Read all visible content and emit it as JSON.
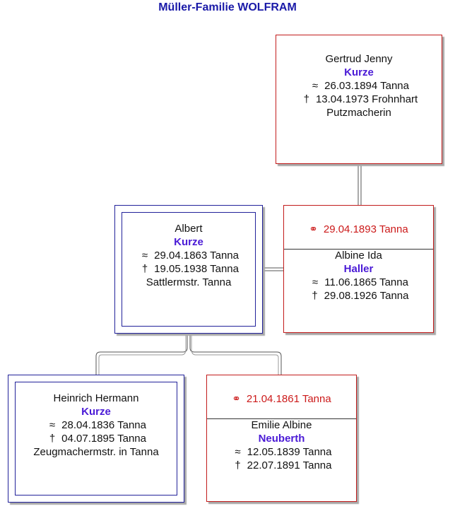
{
  "title": "Müller-Familie WOLFRAM",
  "symbols": {
    "birth": "≈",
    "death": "†",
    "marriage": "⚭"
  },
  "colors": {
    "title": "#1a1aa8",
    "surname": "#4a1ad6",
    "marriage": "#cc1a1a",
    "female_border": "#c21b1b",
    "male_border": "#22229a"
  },
  "persons": {
    "gertrud": {
      "given": "Gertrud Jenny",
      "surname": "Kurze",
      "birth": "26.03.1894 Tanna",
      "death": "13.04.1973 Frohnhart",
      "occupation": "Putzmacherin"
    },
    "albert": {
      "given": "Albert",
      "surname": "Kurze",
      "birth": "29.04.1863 Tanna",
      "death": "19.05.1938 Tanna",
      "occupation": "Sattlermstr. Tanna"
    },
    "albine": {
      "marriage": "29.04.1893 Tanna",
      "given": "Albine Ida",
      "surname": "Haller",
      "birth": "11.06.1865 Tanna",
      "death": "29.08.1926 Tanna"
    },
    "heinrich": {
      "given": "Heinrich Hermann",
      "surname": "Kurze",
      "birth": "28.04.1836 Tanna",
      "death": "04.07.1895 Tanna",
      "occupation": "Zeugmachermstr. in Tanna"
    },
    "emilie": {
      "marriage": "21.04.1861 Tanna",
      "given": "Emilie Albine",
      "surname": "Neuberth",
      "birth": "12.05.1839 Tanna",
      "death": "22.07.1891 Tanna"
    }
  }
}
